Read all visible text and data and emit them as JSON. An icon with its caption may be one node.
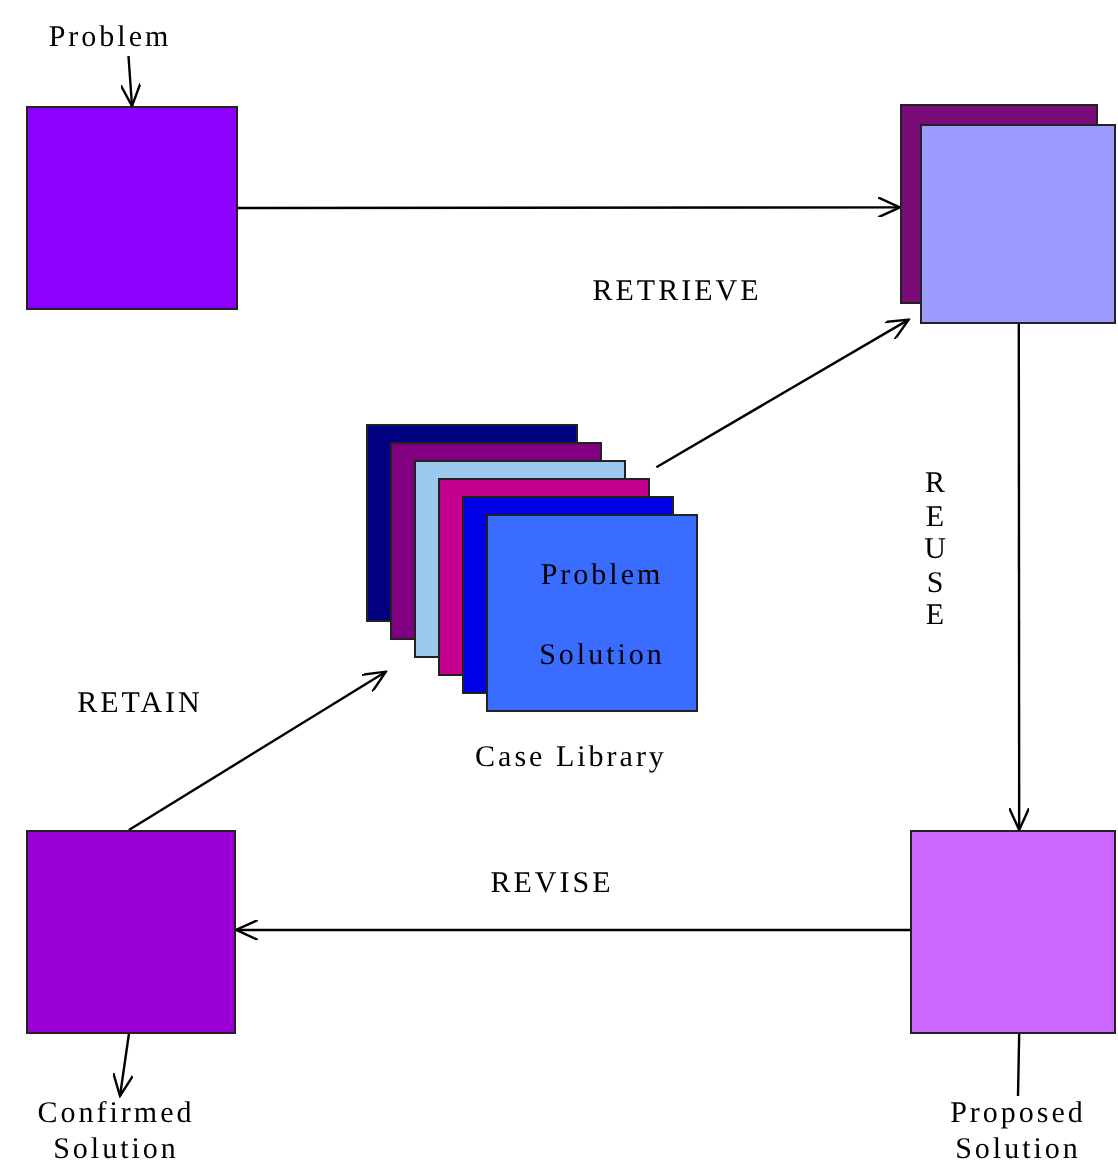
{
  "diagram": {
    "nodes": [
      {
        "text": [
          "Problem"
        ]
      },
      {
        "text": [],
        "shape": "box"
      },
      {
        "text": [],
        "shape": "box"
      },
      {
        "text": [
          "Problem",
          "Solution"
        ],
        "beside": [
          "Case Library"
        ]
      },
      {
        "text": [],
        "shape": "box"
      },
      {
        "text": [],
        "shape": "box"
      },
      {
        "text": [
          "Confirmed Solution"
        ]
      },
      {
        "text": [
          "Proposed Solution"
        ]
      }
    ],
    "edges": [
      {
        "from": 0,
        "to": 1,
        "arrow": "to"
      },
      {
        "from": 1,
        "to": 2,
        "arrow": "to"
      },
      {
        "from": 3,
        "to": 2,
        "arrow": "to"
      },
      {
        "from": 2,
        "to": 5,
        "arrow": "to"
      },
      {
        "from": 5,
        "to": 4,
        "arrow": "to"
      },
      {
        "from": 4,
        "to": 3,
        "arrow": "to"
      },
      {
        "from": 4,
        "to": 6,
        "arrow": "to"
      },
      {
        "from": 5,
        "to": 7,
        "arrow": "none"
      }
    ],
    "labels": [
      "RETRIEVE",
      "REUSE",
      "RETAIN",
      "REVISE"
    ]
  }
}
